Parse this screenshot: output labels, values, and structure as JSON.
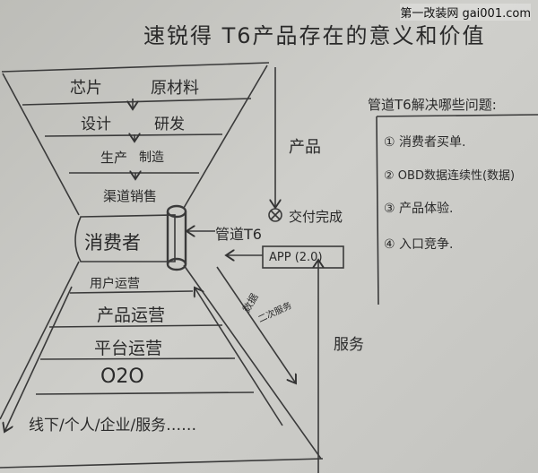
{
  "title": "速锐得 T6产品存在的意义和价值",
  "watermark": "第一改装网 gai001.com",
  "upper_funnel": {
    "layers": [
      {
        "left": "芯片",
        "right": "原材料"
      },
      {
        "left": "设计",
        "right": "研发"
      },
      {
        "left": "生产",
        "right": "制造"
      },
      {
        "left": "渠道销售",
        "right": ""
      }
    ]
  },
  "consumer": "消费者",
  "pipe_label": "管道T6",
  "lower_funnel": {
    "layers": [
      "用户运营",
      "产品运营",
      "平台运营",
      "O2O"
    ],
    "bottom": "线下/个人/企业/服务……"
  },
  "flow": {
    "product": "产品",
    "delivery": "交付完成",
    "app": "APP (2.0)",
    "data": "数据",
    "secondary_service": "二次服务",
    "service": "服务"
  },
  "problems": {
    "heading": "管道T6解决哪些问题:",
    "items": [
      "① 消费者买单.",
      "② OBD数据连续性(数据)",
      "③ 产品体验.",
      "④ 入口竞争."
    ]
  }
}
